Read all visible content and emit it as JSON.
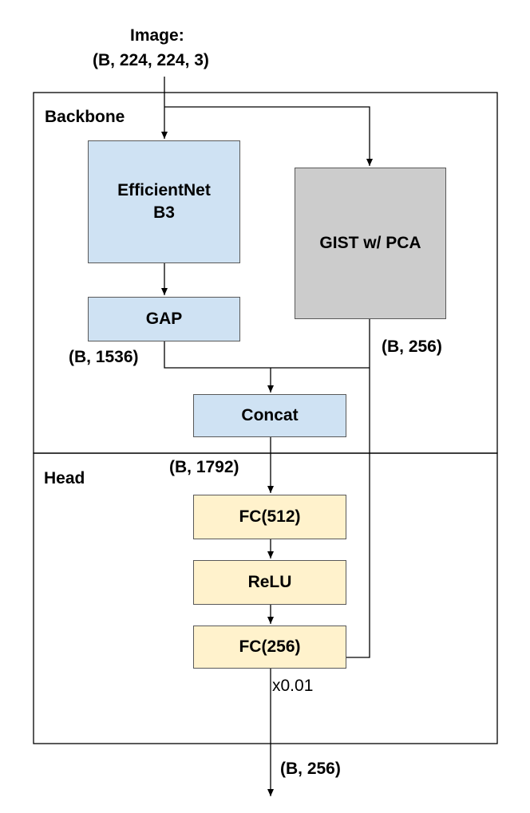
{
  "input": {
    "title": "Image:",
    "shape": "(B, 224, 224, 3)"
  },
  "sections": {
    "backbone": "Backbone",
    "head": "Head"
  },
  "nodes": {
    "efficientnet": "EfficientNet\nB3",
    "gap": "GAP",
    "gist": "GIST w/ PCA",
    "concat": "Concat",
    "fc512": "FC(512)",
    "relu": "ReLU",
    "fc256": "FC(256)"
  },
  "shapes": {
    "gap_out": "(B, 1536)",
    "gist_out": "(B, 256)",
    "concat_out": "(B, 1792)",
    "output": "(B, 256)"
  },
  "scale_label": "x0.01",
  "colors": {
    "backbone_fill": "#cfe2f3",
    "gist_fill": "#cccccc",
    "head_fill": "#fff2cc",
    "line": "#000000"
  }
}
